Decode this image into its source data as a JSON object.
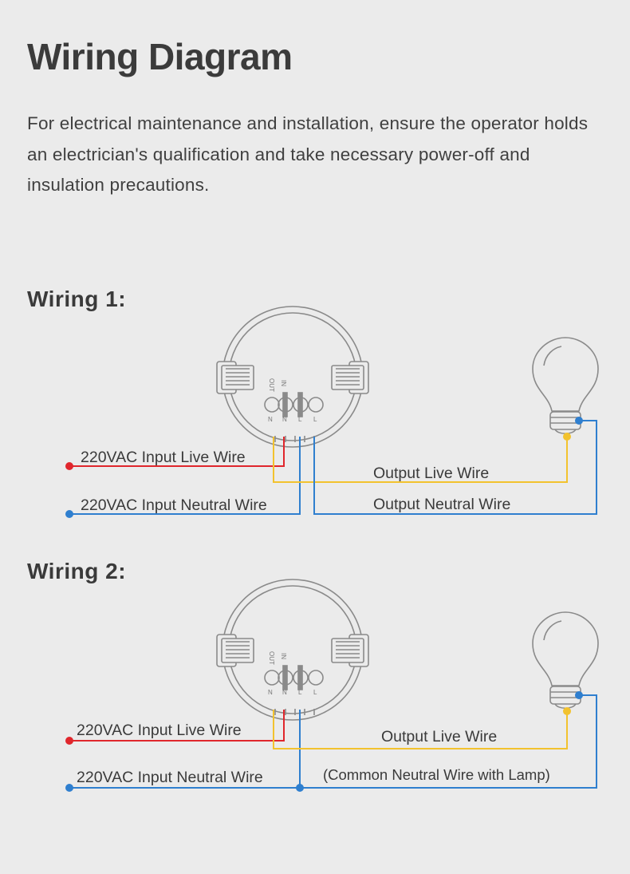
{
  "title": "Wiring Diagram",
  "intro": "For electrical maintenance and installation, ensure the operator holds an electrician's qualification and take necessary power-off and insulation precautions.",
  "colors": {
    "live": "#e0262c",
    "neutral": "#2f7fcf",
    "output_live": "#f2c22e",
    "device_stroke": "#8a8a8a",
    "background": "#ebebeb"
  },
  "terminal_labels": {
    "out": "OUT",
    "in": "IN",
    "n1": "N",
    "n2": "N",
    "l1": "L",
    "l2": "L"
  },
  "wiring1": {
    "title": "Wiring 1:",
    "input_live": "220VAC Input Live Wire",
    "input_neutral": "220VAC Input Neutral Wire",
    "output_live": "Output Live Wire",
    "output_neutral": "Output Neutral Wire"
  },
  "wiring2": {
    "title": "Wiring 2:",
    "input_live": "220VAC Input Live Wire",
    "input_neutral": "220VAC Input Neutral Wire",
    "output_live": "Output Live Wire",
    "common_neutral": "(Common Neutral Wire with Lamp)"
  }
}
